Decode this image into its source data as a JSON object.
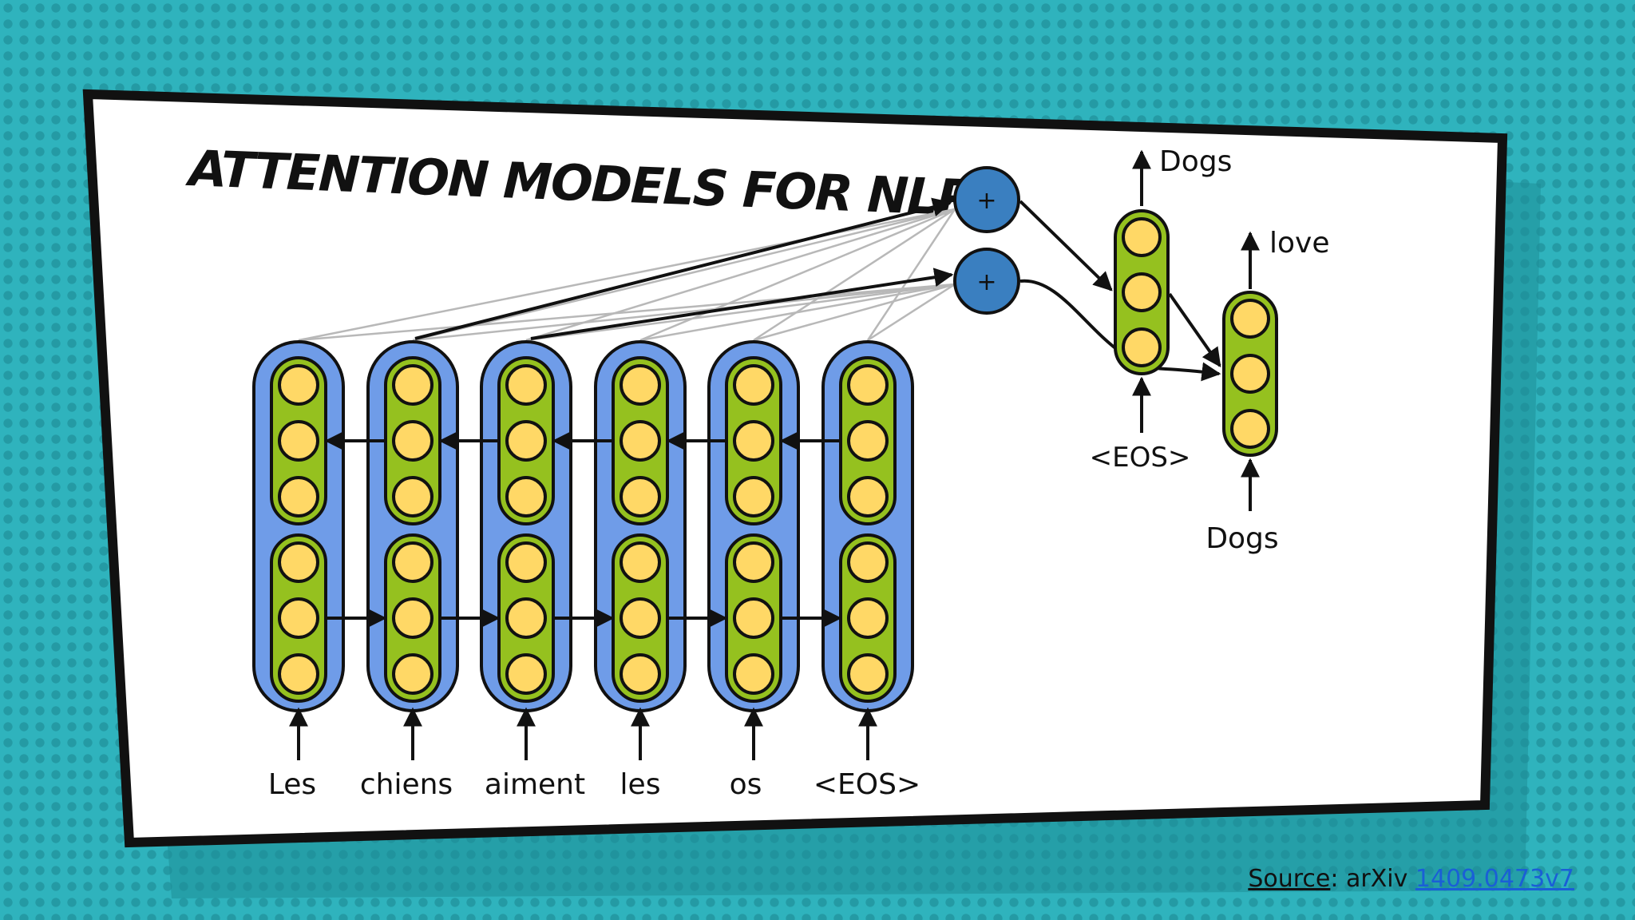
{
  "slide": {
    "title": "ATTENTION MODELS FOR NLP",
    "source_label": "Source",
    "source_text": ": arXiv ",
    "source_link": "1409.0473v7"
  },
  "diagram": {
    "encoder_inputs": [
      "Les",
      "chiens",
      "aiment",
      "les",
      "os",
      "<EOS>"
    ],
    "attention_nodes": [
      "+",
      "+"
    ],
    "decoder_outputs": [
      "Dogs",
      "love"
    ],
    "decoder_inputs": [
      "<EOS>",
      "Dogs"
    ]
  },
  "colors": {
    "background": "#2fb3bd",
    "panel": "#ffffff",
    "encoder_outer": "#6f9ce8",
    "cell_group": "#95c11f",
    "unit": "#ffd866",
    "attention_node": "#3a7fc0",
    "stroke": "#111111",
    "attention_faint": "#b8b8b8",
    "link": "#1a5fd6"
  }
}
